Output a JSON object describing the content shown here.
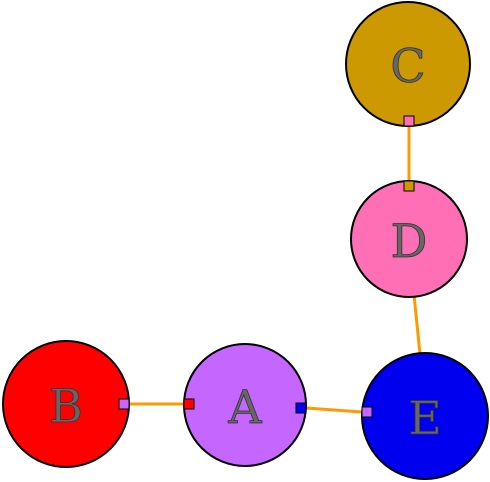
{
  "nodes": [
    {
      "id": "C",
      "label": "C",
      "color": "#cc9900"
    },
    {
      "id": "D",
      "label": "D",
      "color": "#ff6fb5"
    },
    {
      "id": "B",
      "label": "B",
      "color": "#ff0000"
    },
    {
      "id": "A",
      "label": "A",
      "color": "#c466ff"
    },
    {
      "id": "E",
      "label": "E",
      "color": "#0000ee"
    }
  ],
  "edges": [
    {
      "from": "B",
      "to": "A"
    },
    {
      "from": "A",
      "to": "E"
    },
    {
      "from": "D",
      "to": "E"
    },
    {
      "from": "C",
      "to": "D"
    }
  ],
  "edge_color": "#ff9900"
}
